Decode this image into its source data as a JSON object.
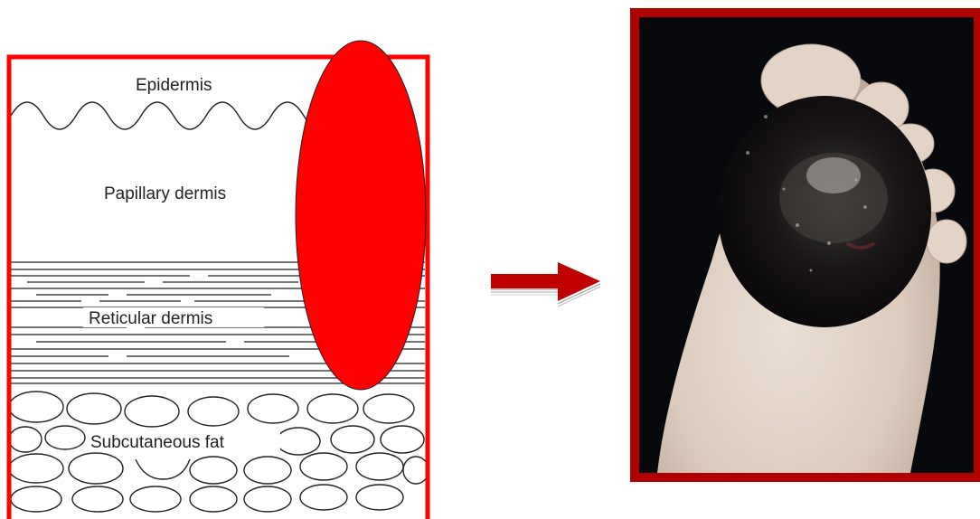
{
  "diagram": {
    "labels": {
      "epidermis": "Epidermis",
      "papillary": "Papillary dermis",
      "reticular": "Reticular dermis",
      "subcutaneous": "Subcutaneous fat"
    },
    "frame_color": "#ff0000",
    "highlight_color": "#ff0000"
  },
  "arrow": {
    "icon": "right-arrow-icon",
    "color": "#c00000"
  },
  "photo": {
    "frame_color": "#b00000",
    "subject": "foot-lesion-photo"
  }
}
